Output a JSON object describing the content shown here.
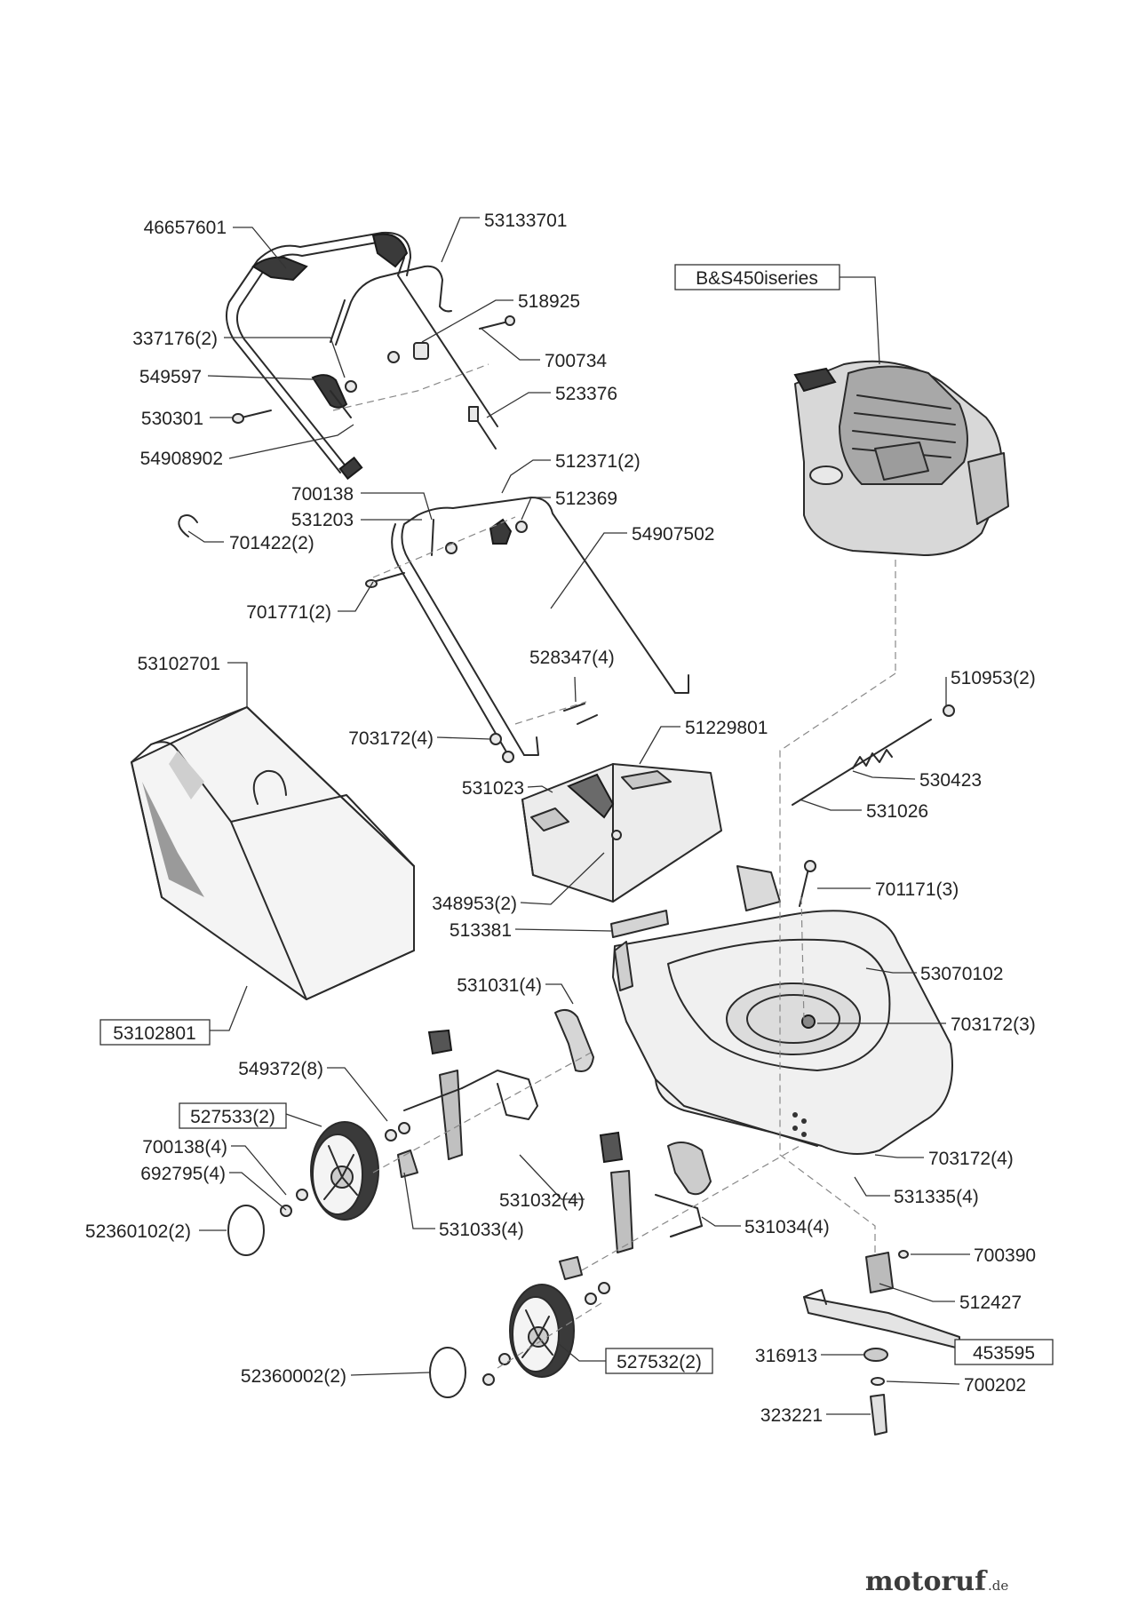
{
  "parts": {
    "p46657601": "46657601",
    "p53133701": "53133701",
    "p518925": "518925",
    "p337176": "337176(2)",
    "p700734": "700734",
    "p549597": "549597",
    "p523376": "523376",
    "p530301": "530301",
    "p54908902": "54908902",
    "p512371": "512371(2)",
    "p700138a": "700138",
    "p512369": "512369",
    "p531203": "531203",
    "p54907502": "54907502",
    "p701422": "701422(2)",
    "p701771": "701771(2)",
    "p53102701": "53102701",
    "p528347": "528347(4)",
    "p510953": "510953(2)",
    "p703172a": "703172(4)",
    "p51229801": "51229801",
    "p531023": "531023",
    "p530423": "530423",
    "p531026": "531026",
    "p701171": "701171(3)",
    "p348953": "348953(2)",
    "p513381": "513381",
    "p53070102": "53070102",
    "p531031": "531031(4)",
    "p703172b": "703172(3)",
    "p53102801": "53102801",
    "p549372": "549372(8)",
    "p527533": "527533(2)",
    "p703172c": "703172(4)",
    "p700138b": "700138(4)",
    "p692795": "692795(4)",
    "p531335": "531335(4)",
    "p531032": "531032(4)",
    "p52360102": "52360102(2)",
    "p531033": "531033(4)",
    "p531034": "531034(4)",
    "p700390": "700390",
    "p512427": "512427",
    "p316913": "316913",
    "p453595": "453595",
    "p52360002": "52360002(2)",
    "p527532": "527532(2)",
    "p700202": "700202",
    "p323221": "323221",
    "pEngine": "B&S450iseries"
  },
  "brand": {
    "name": "motoruf",
    "suffix": ".de"
  }
}
